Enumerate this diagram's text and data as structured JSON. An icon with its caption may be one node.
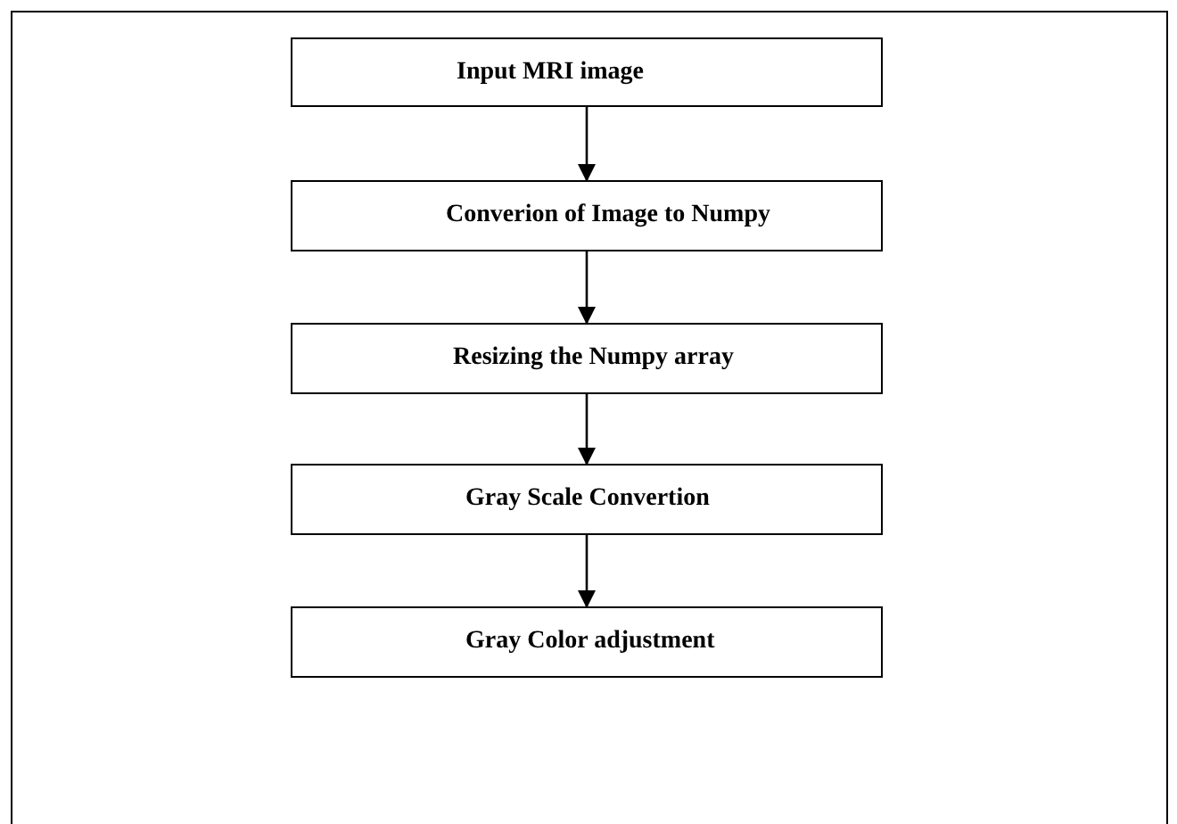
{
  "diagram": {
    "nodes": [
      {
        "text": [
          "Input MRI image"
        ]
      },
      {
        "text": [
          "Converion of Image to Numpy"
        ]
      },
      {
        "text": [
          "Resizing the Numpy array"
        ]
      },
      {
        "text": [
          "Gray Scale Convertion"
        ]
      },
      {
        "text": [
          "Gray Color adjustment"
        ]
      }
    ],
    "edges": [
      {
        "from": 0,
        "to": 1,
        "arrow": "to"
      },
      {
        "from": 1,
        "to": 2,
        "arrow": "to"
      },
      {
        "from": 2,
        "to": 3,
        "arrow": "to"
      },
      {
        "from": 3,
        "to": 4,
        "arrow": "to"
      }
    ]
  }
}
